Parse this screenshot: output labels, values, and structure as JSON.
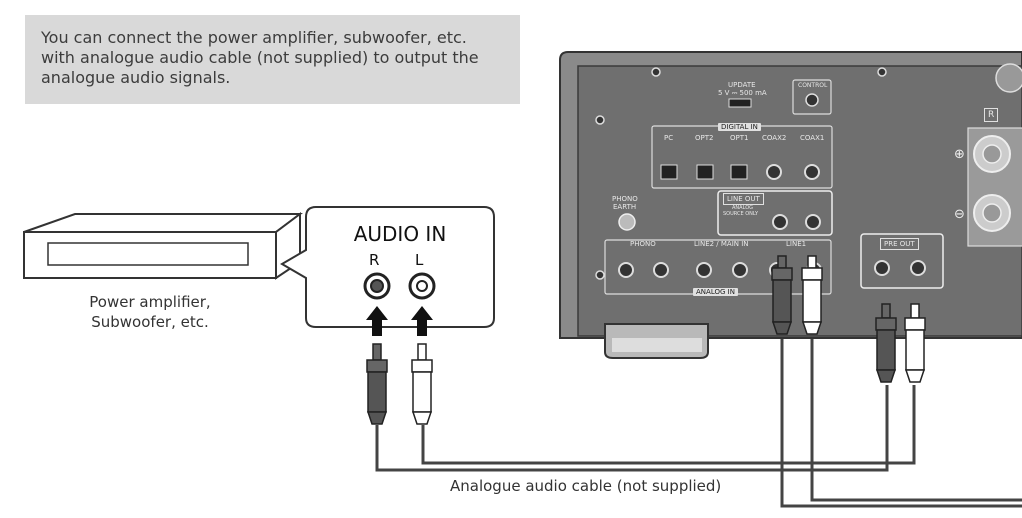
{
  "note": {
    "line1": "You can connect the power amplifier, subwoofer, etc.",
    "line2": "with analogue audio cable (not supplied) to output the",
    "line3": "analogue audio signals."
  },
  "device": {
    "caption_line1": "Power amplifier,",
    "caption_line2": "Subwoofer, etc."
  },
  "audio_in": {
    "title": "AUDIO IN",
    "right_label": "R",
    "left_label": "L"
  },
  "cable_caption": "Analogue audio cable (not supplied)",
  "panel": {
    "update_label": "UPDATE",
    "update_spec": "5 V ⎓ 500 mA",
    "control_label": "CONTROL",
    "digital_in_label": "DIGITAL IN",
    "pc_label": "PC",
    "opt2_label": "OPT2",
    "opt1_label": "OPT1",
    "coax2_label": "COAX2",
    "coax1_label": "COAX1",
    "phono_earth_line1": "PHONO",
    "phono_earth_line2": "EARTH",
    "line_out_label": "LINE OUT",
    "line_out_note1": "ANALOG",
    "line_out_note2": "SOURCE ONLY",
    "phono_label": "PHONO",
    "line2_main_in_label": "LINE2 / MAIN IN",
    "line1_label": "LINE1",
    "analog_in_label": "ANALOG IN",
    "pre_out_label": "PRE OUT",
    "speaker_r_label": "R"
  }
}
